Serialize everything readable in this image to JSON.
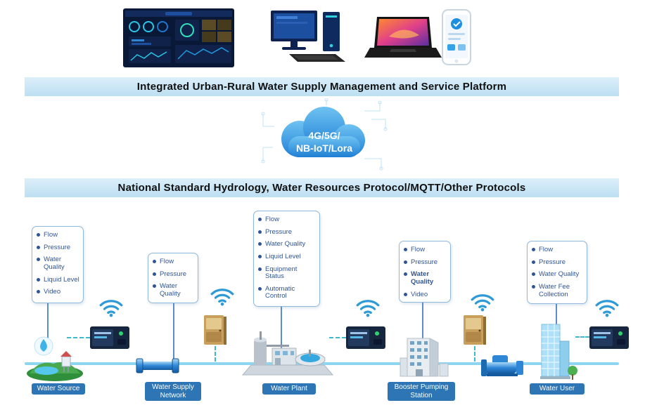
{
  "banners": {
    "platform": "Integrated Urban-Rural Water Supply Management and Service Platform",
    "protocol": "National Standard Hydrology, Water Resources Protocol/MQTT/Other Protocols"
  },
  "cloud": {
    "line1": "4G/5G/",
    "line2": "NB-IoT/Lora"
  },
  "stations": [
    {
      "label": "Water Source",
      "params": [
        "Flow",
        "Pressure",
        "Water Quality",
        "Liquid Level",
        "Video"
      ]
    },
    {
      "label": "Water Supply Network",
      "params": [
        "Flow",
        "Pressure",
        "Water Quality"
      ]
    },
    {
      "label": "Water Plant",
      "params": [
        "Flow",
        "Pressure",
        "Water Quality",
        "Liquid Level",
        "Equipment Status",
        "Automatic Control"
      ]
    },
    {
      "label": "Booster Pumping Station",
      "params": [
        "Flow",
        "Pressure",
        "Water Quality",
        "Video"
      ]
    },
    {
      "label": "Water User",
      "params": [
        "Flow",
        "Pressure",
        "Water Quality",
        "Water Fee Collection"
      ]
    }
  ],
  "colors": {
    "banner_bg": "#bcdff2",
    "station_label_bg": "#2e75b6",
    "param_text": "#2f5597",
    "main_line": "#8ed6f0",
    "wifi": "#2e9bd6",
    "cloud": "#2d8fd8"
  }
}
